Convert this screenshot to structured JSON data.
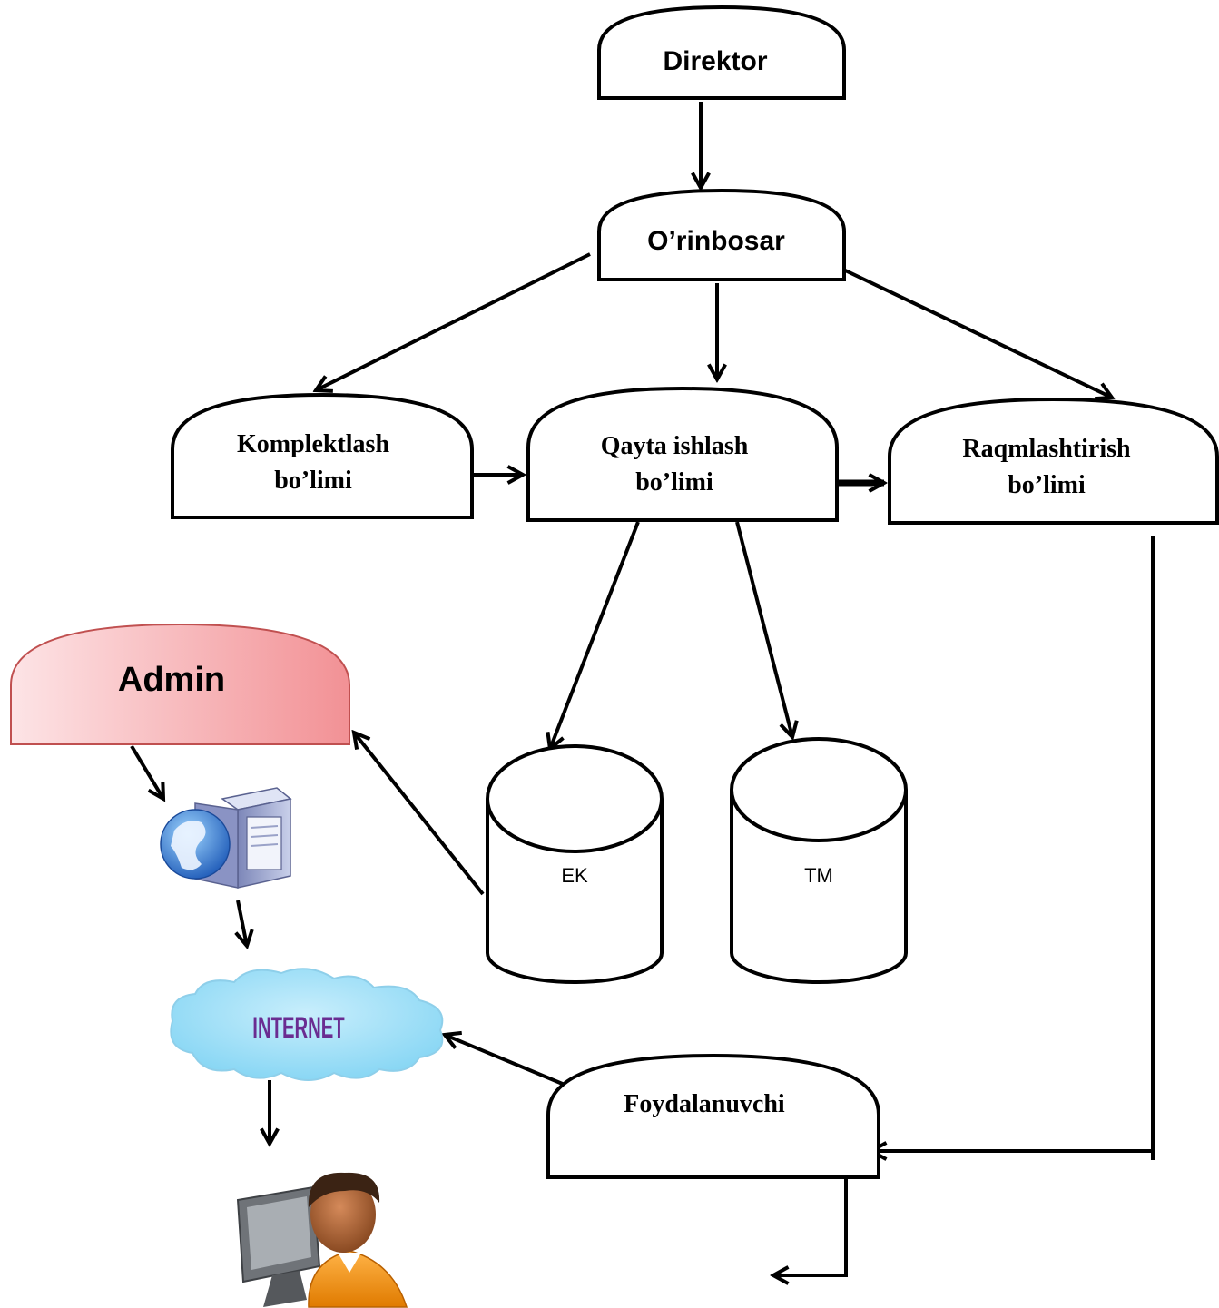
{
  "nodes": {
    "direktor": {
      "label": "Direktor"
    },
    "orinbosar": {
      "label": "O’rinbosar"
    },
    "komplektlash": {
      "line1": "Komplektlash",
      "line2": "bo’limi"
    },
    "qayta_ishlash": {
      "line1": "Qayta ishlash",
      "line2": "bo’limi"
    },
    "raqamlashtirish": {
      "line1": "Raqmlashtirish",
      "line2": "bo’limi"
    },
    "admin": {
      "label": "Admin"
    },
    "db_ek": {
      "label": "EK"
    },
    "db_tm": {
      "label": "TM"
    },
    "internet": {
      "label": "INTERNET"
    },
    "foydalanuvchi": {
      "label": "Foydalanuvchi"
    }
  },
  "icons": {
    "server": "web-server-icon",
    "cloud": "internet-cloud-icon",
    "user": "user-at-computer-icon"
  },
  "colors": {
    "admin_fill_left": "#fde4e6",
    "admin_fill_right": "#f29195",
    "admin_stroke": "#c05050",
    "cloud_fill": "#7fd3f3",
    "internet_text": "#6a2c91"
  }
}
